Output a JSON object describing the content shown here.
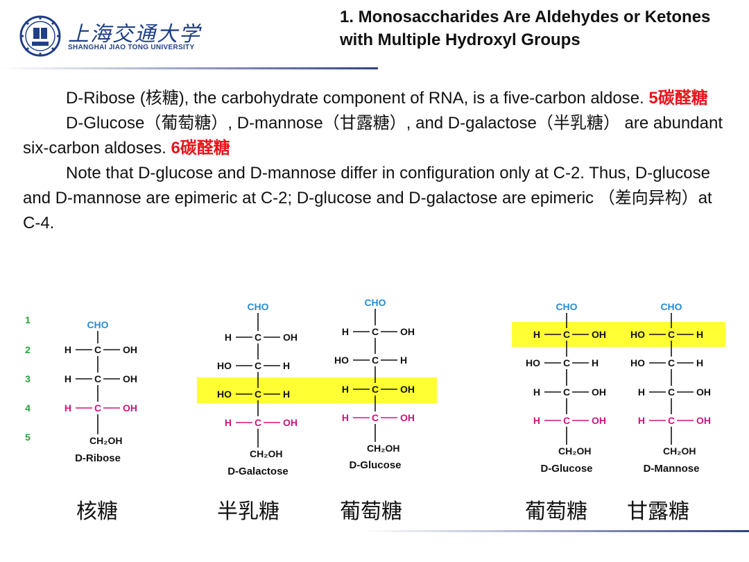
{
  "header": {
    "logo_cn": "上海交通大学",
    "logo_en": "SHANGHAI JIAO TONG UNIVERSITY",
    "title": "1. Monosaccharides Are Aldehydes or Ketones with Multiple Hydroxyl Groups"
  },
  "paragraphs": [
    {
      "text": "D-Ribose (核糖), the carbohydrate component of RNA, is a five-carbon aldose. ",
      "highlight": "5碳醛糖"
    },
    {
      "text": "D-Glucose（葡萄糖）, D-mannose（甘露糖）, and D-galactose（半乳糖） are abundant six-carbon aldoses. ",
      "highlight": "6碳醛糖"
    },
    {
      "text": "Note that D-glucose and D-mannose differ in configuration only at C-2. Thus, D-glucose and D-mannose are epimeric at C-2; D-glucose and D-galactose are epimeric （差向异构）at C-4.",
      "highlight": ""
    }
  ],
  "diagram": {
    "carbon_numbers": [
      "1",
      "2",
      "3",
      "4",
      "5"
    ],
    "groups": {
      "aldehyde": "CHO",
      "carbon": "C",
      "hydrogen": "H",
      "hydroxyl_right": "OH",
      "hydroxyl_left": "HO",
      "terminal": "CH₂OH"
    },
    "structures": [
      {
        "name": "D-Ribose"
      },
      {
        "name": "D-Galactose"
      },
      {
        "name": "D-Glucose"
      },
      {
        "name": "D-Glucose"
      },
      {
        "name": "D-Mannose"
      }
    ],
    "cn_labels": [
      "核糖",
      "半乳糖",
      "葡萄糖",
      "葡萄糖",
      "甘露糖"
    ],
    "colors": {
      "aldehyde": "#2a8bd6",
      "highlight_oh": "#d0137a",
      "carbon_number": "#27a23c",
      "highlight_band": "#ffff33",
      "title_blue": "#1f3f86"
    }
  }
}
